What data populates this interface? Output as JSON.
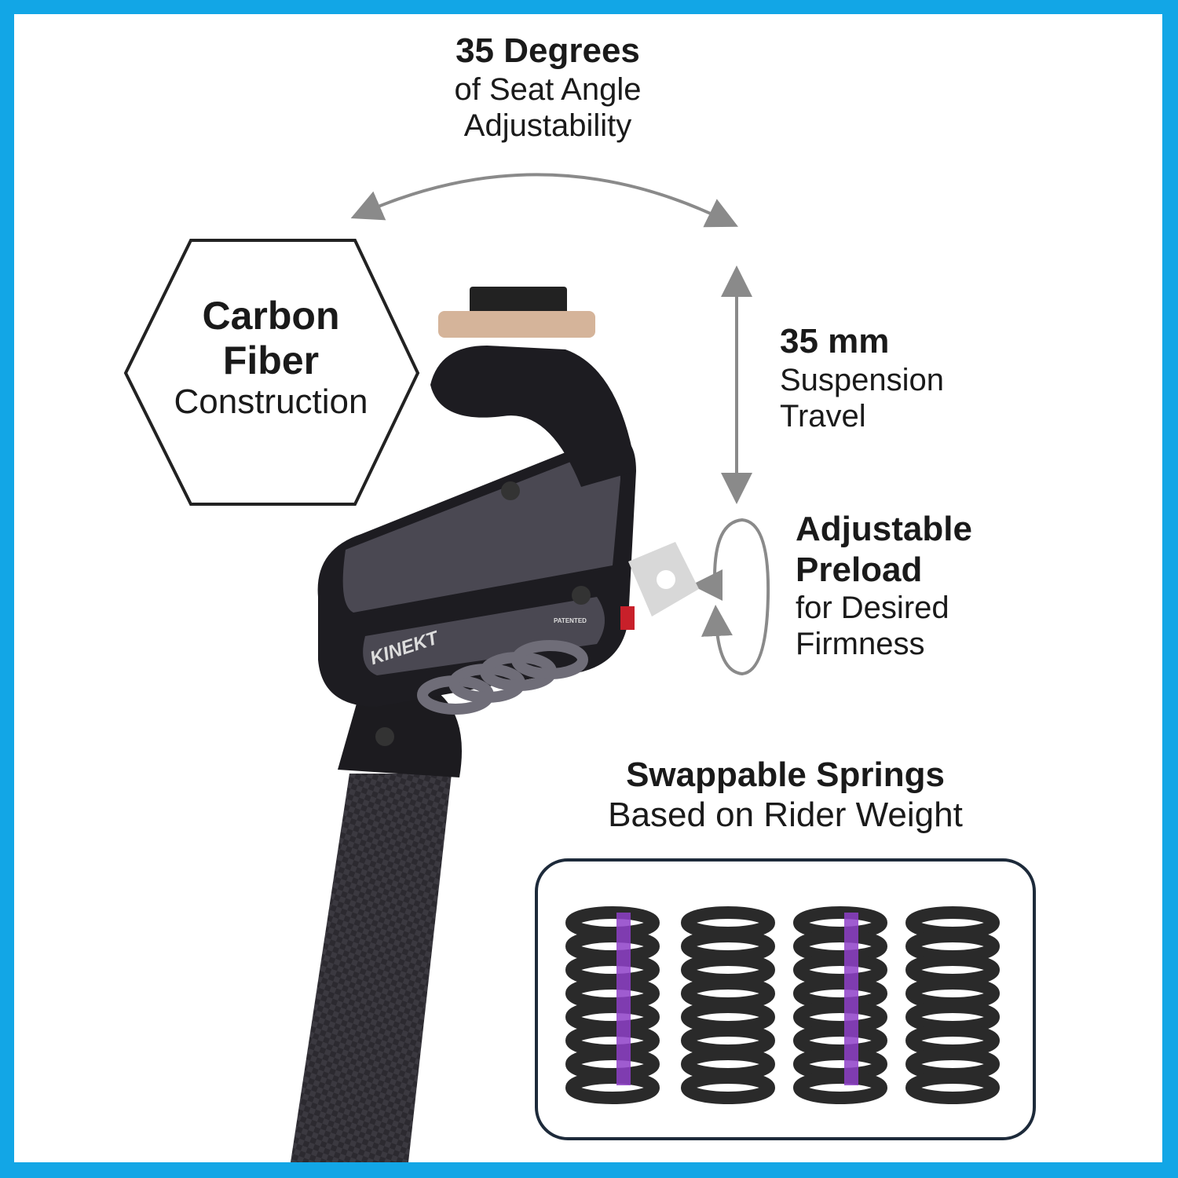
{
  "colors": {
    "border": "#12a6e6",
    "arrow": "#8a8a8a",
    "spring_mark": "#8e3fc8"
  },
  "angle": {
    "title": "35 Degrees",
    "line1": "of Seat Angle",
    "line2": "Adjustability"
  },
  "hexagon": {
    "line1": "Carbon",
    "line2": "Fiber",
    "line3": "Construction"
  },
  "travel": {
    "title": "35 mm",
    "line1": "Suspension",
    "line2": "Travel"
  },
  "preload": {
    "title1": "Adjustable",
    "title2": "Preload",
    "line1": "for Desired",
    "line2": "Firmness"
  },
  "springs": {
    "title": "Swappable Springs",
    "subtitle": "Based on Rider Weight",
    "count": 4
  },
  "product": {
    "logo": "KINEKT",
    "badge": "PATENTED"
  }
}
